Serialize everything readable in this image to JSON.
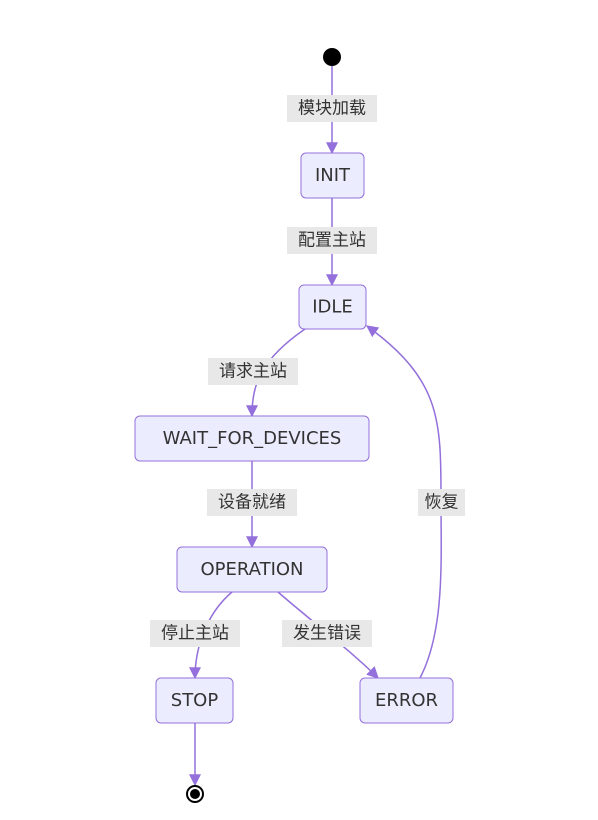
{
  "colors": {
    "state_fill": "#ECECFF",
    "state_stroke": "#9370DB",
    "edge": "#9370DB",
    "edge_label_bg": "#E8E8E8",
    "text": "#333333"
  },
  "states": {
    "init": "INIT",
    "idle": "IDLE",
    "wait_for_devices": "WAIT_FOR_DEVICES",
    "operation": "OPERATION",
    "stop": "STOP",
    "error": "ERROR"
  },
  "transitions": {
    "start_to_init": "模块加载",
    "init_to_idle": "配置主站",
    "idle_to_wait": "请求主站",
    "wait_to_operation": "设备就绪",
    "operation_to_stop": "停止主站",
    "operation_to_error": "发生错误",
    "error_to_idle": "恢复"
  }
}
